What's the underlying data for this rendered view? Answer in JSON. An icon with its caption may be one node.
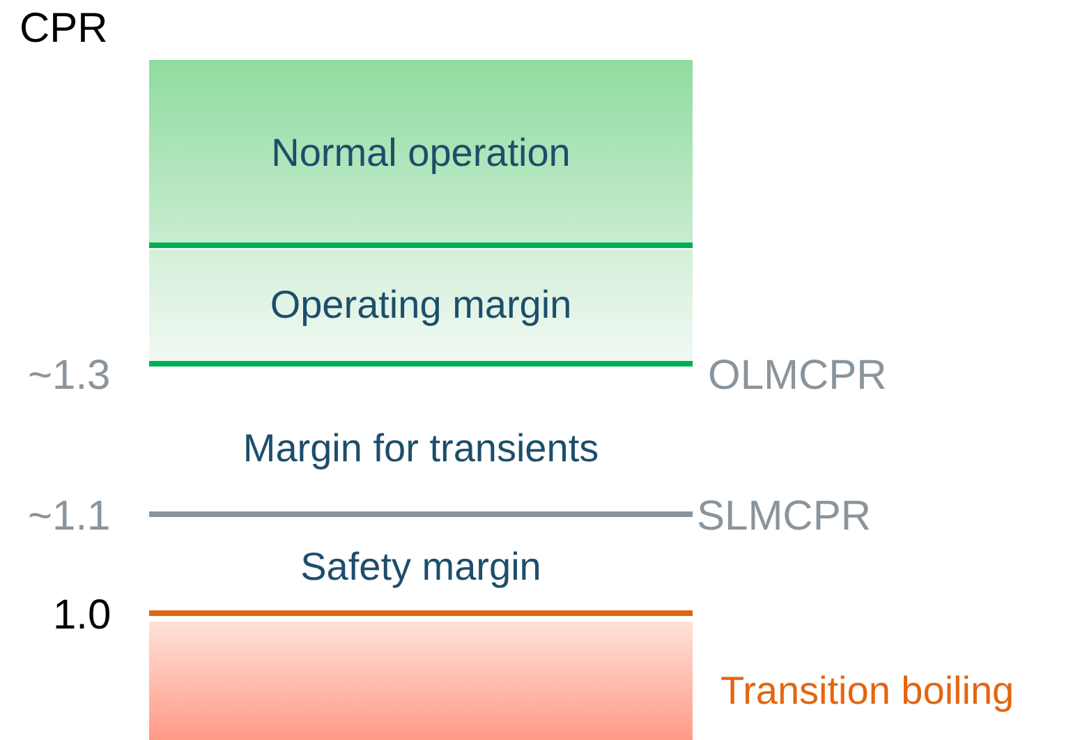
{
  "diagram": {
    "nodes": [
      {
        "text": [
          "Normal operation"
        ]
      },
      {
        "text": [
          "Operating margin"
        ]
      },
      {
        "text": [],
        "shape": "box",
        "beside": [
          "Transition boiling"
        ]
      }
    ],
    "edges": [],
    "labels": [
      "CPR",
      "~1.3",
      "OLMCPR",
      "Margin for transients",
      "~1.1",
      "SLMCPR",
      "Safety margin",
      "1.0"
    ]
  }
}
